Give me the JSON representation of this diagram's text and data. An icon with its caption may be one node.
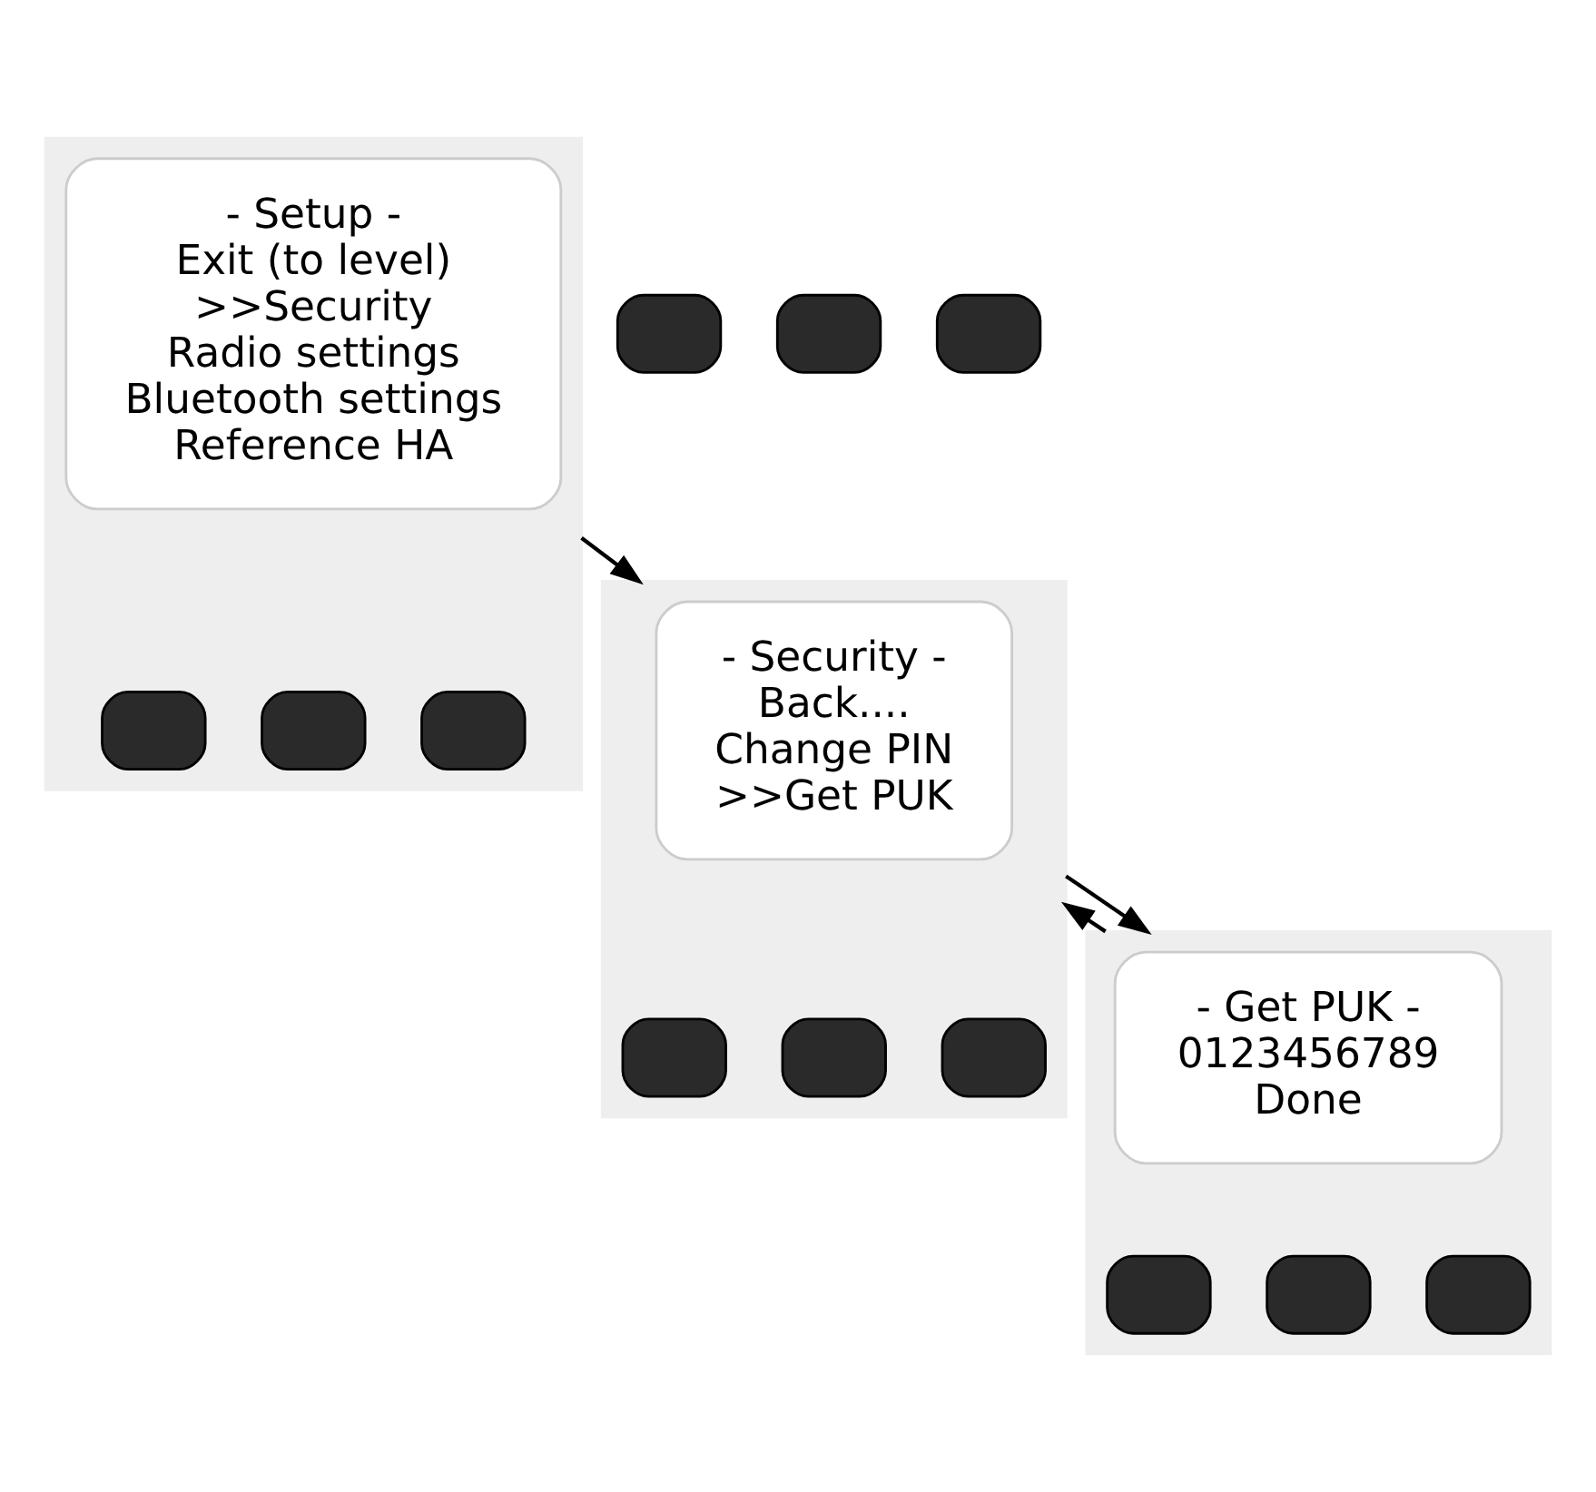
{
  "diagram": {
    "nodes": [
      {
        "text": [],
        "shape": "box"
      },
      {
        "text": [
          "- Setup -",
          "Exit (to level)",
          ">>Security",
          "Radio settings",
          "Bluetooth settings",
          "Reference HA"
        ],
        "in": 0
      },
      {
        "text": [],
        "shape": "box",
        "in": 0
      },
      {
        "text": [],
        "shape": "box",
        "in": 0
      },
      {
        "text": [],
        "shape": "box",
        "in": 0
      },
      {
        "text": [],
        "shape": "box"
      },
      {
        "text": [
          "- Security -",
          "Back....",
          "Change PIN",
          ">>Get PUK"
        ],
        "in": 5
      },
      {
        "text": [],
        "shape": "box",
        "in": 5
      },
      {
        "text": [],
        "shape": "box",
        "in": 5
      },
      {
        "text": [],
        "shape": "box",
        "in": 5
      },
      {
        "text": [],
        "shape": "box"
      },
      {
        "text": [
          "- Get PUK -",
          "0123456789",
          "Done"
        ],
        "in": 10
      },
      {
        "text": [],
        "shape": "box",
        "in": 10
      },
      {
        "text": [],
        "shape": "box",
        "in": 10
      },
      {
        "text": [],
        "shape": "box",
        "in": 10
      },
      {
        "text": [],
        "shape": "box"
      },
      {
        "text": [],
        "shape": "box"
      },
      {
        "text": [],
        "shape": "box"
      }
    ],
    "edges": [
      {
        "from": 0,
        "to": 5,
        "arrow": "to"
      },
      {
        "from": 5,
        "to": 10,
        "arrow": "to"
      },
      {
        "from": 10,
        "to": 5,
        "arrow": "to"
      }
    ]
  }
}
